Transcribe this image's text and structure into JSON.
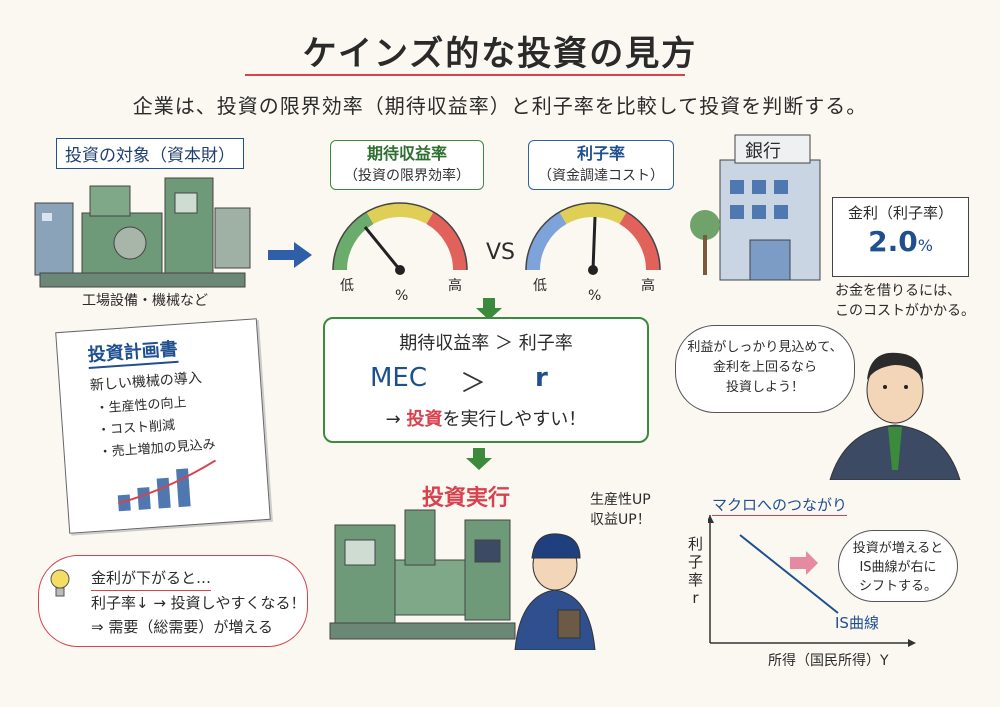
{
  "title": "ケインズ的な投資の見方",
  "subtitle": "企業は、投資の限界効率（期待収益率）と利子率を比較して投資を判断する。",
  "capital": {
    "label": "投資の対象（資本財）",
    "caption": "工場設備・機械など"
  },
  "gauge_mec": {
    "title": "期待収益率",
    "subtitle": "（投資の限界効率）",
    "low": "低",
    "unit": "%",
    "high": "高",
    "color": "#3c8a3c"
  },
  "vs": "VS",
  "gauge_rate": {
    "title": "利子率",
    "subtitle": "（資金調達コスト）",
    "low": "低",
    "unit": "%",
    "high": "高",
    "color": "#2f5fa8"
  },
  "bank": {
    "sign": "銀行",
    "rate_label": "金利（利子率）",
    "rate_value": "2.0",
    "rate_unit": "%",
    "note_line1": "お金を借りるには、",
    "note_line2": "このコストがかかる。"
  },
  "plan": {
    "title": "投資計画書",
    "intro": "新しい機械の導入",
    "items": [
      "・生産性の向上",
      "・コスト削減",
      "・売上増加の見込み"
    ]
  },
  "compare": {
    "line1": "期待収益率 ＞ 利子率",
    "mec": "MEC",
    "gt": "＞",
    "r": "r",
    "result_prefix": "→ ",
    "result_emph": "投資",
    "result_suffix": "を実行しやすい！"
  },
  "thought": {
    "line1": "利益がしっかり見込めて、",
    "line2": "金利を上回るなら",
    "line3": "投資しよう！"
  },
  "execute": {
    "title": "投資実行",
    "bubble1": "生産性UP",
    "bubble2": "収益UP！"
  },
  "rate_down": {
    "title": "金利が下がると…",
    "line1": "利子率↓ → 投資しやすくなる！",
    "line2": "⇒ 需要（総需要）が増える"
  },
  "macro": {
    "title": "マクロへのつながり",
    "ylabel1": "利",
    "ylabel2": "子",
    "ylabel3": "率",
    "ylabel4": "r",
    "xlabel": "所得（国民所得）Y",
    "curve_label": "IS曲線",
    "note_line1": "投資が増えると",
    "note_line2": "IS曲線が右に",
    "note_line3": "シフトする。"
  }
}
